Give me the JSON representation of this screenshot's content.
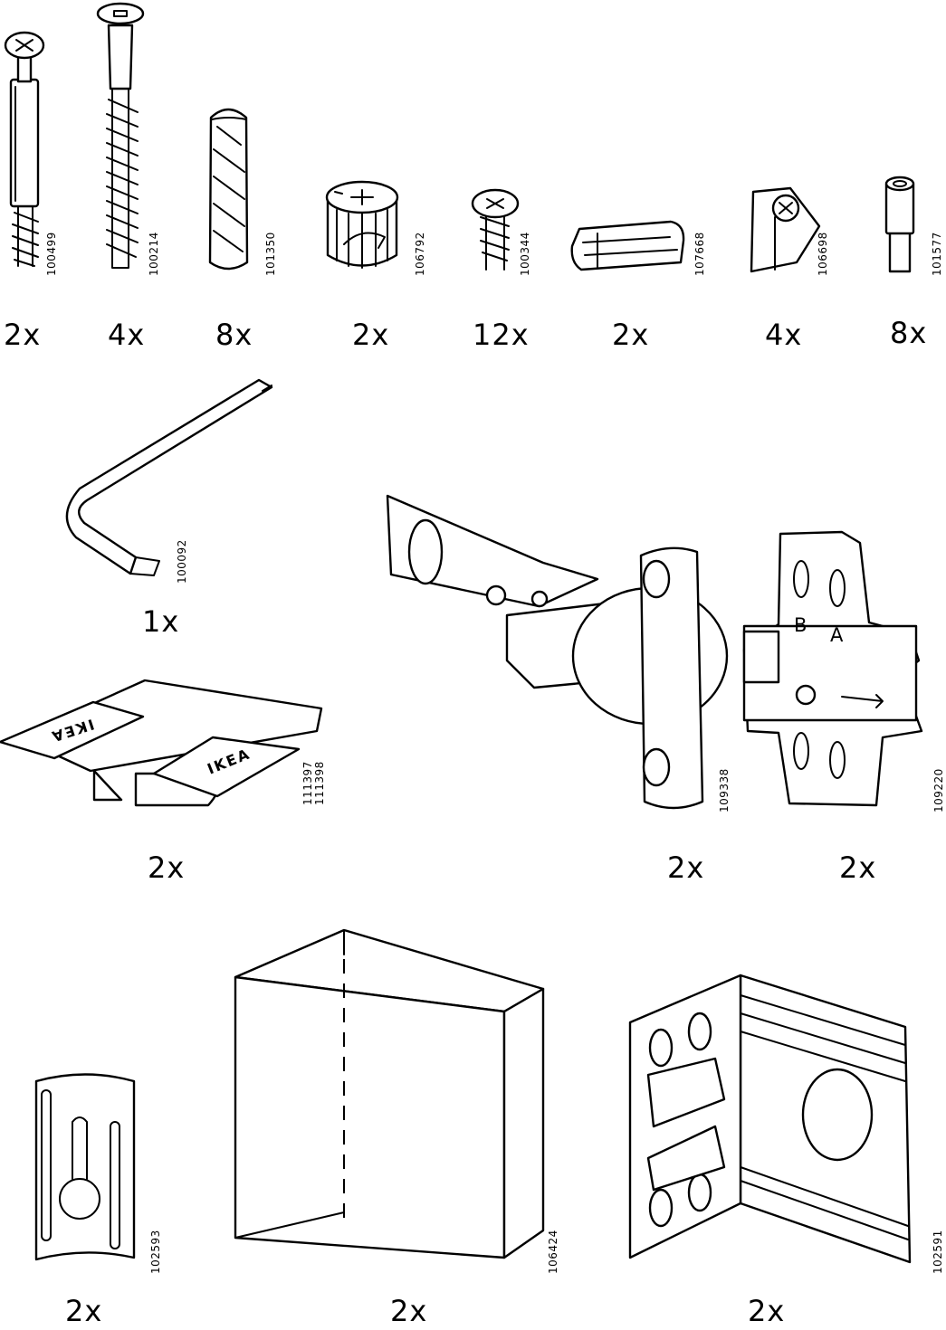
{
  "parts": [
    {
      "key": "cam-bolt",
      "number": "100499",
      "quantity": "2x"
    },
    {
      "key": "long-screw",
      "number": "100214",
      "quantity": "4x"
    },
    {
      "key": "wood-dowel",
      "number": "101350",
      "quantity": "8x"
    },
    {
      "key": "cam-lock",
      "number": "106792",
      "quantity": "2x"
    },
    {
      "key": "small-screw",
      "number": "100344",
      "quantity": "12x"
    },
    {
      "key": "plastic-clip",
      "number": "107668",
      "quantity": "2x"
    },
    {
      "key": "corner-bracket",
      "number": "106698",
      "quantity": "4x"
    },
    {
      "key": "shelf-pin",
      "number": "101577",
      "quantity": "8x"
    },
    {
      "key": "allen-key",
      "number": "100092",
      "quantity": "1x"
    },
    {
      "key": "suspension-plate",
      "number": "111397\n111398",
      "quantity": "2x"
    },
    {
      "key": "hinge",
      "number": "109338",
      "quantity": "2x"
    },
    {
      "key": "mounting-plate",
      "number": "109220",
      "quantity": "2x"
    },
    {
      "key": "keyhole-hanger",
      "number": "102593",
      "quantity": "2x"
    },
    {
      "key": "corner-block",
      "number": "106424",
      "quantity": "2x"
    },
    {
      "key": "angle-bracket",
      "number": "102591",
      "quantity": "2x"
    }
  ],
  "hardware_labels": {
    "suspension_logo": "IKEA",
    "mounting_plate_b": "B",
    "mounting_plate_a": "A"
  }
}
